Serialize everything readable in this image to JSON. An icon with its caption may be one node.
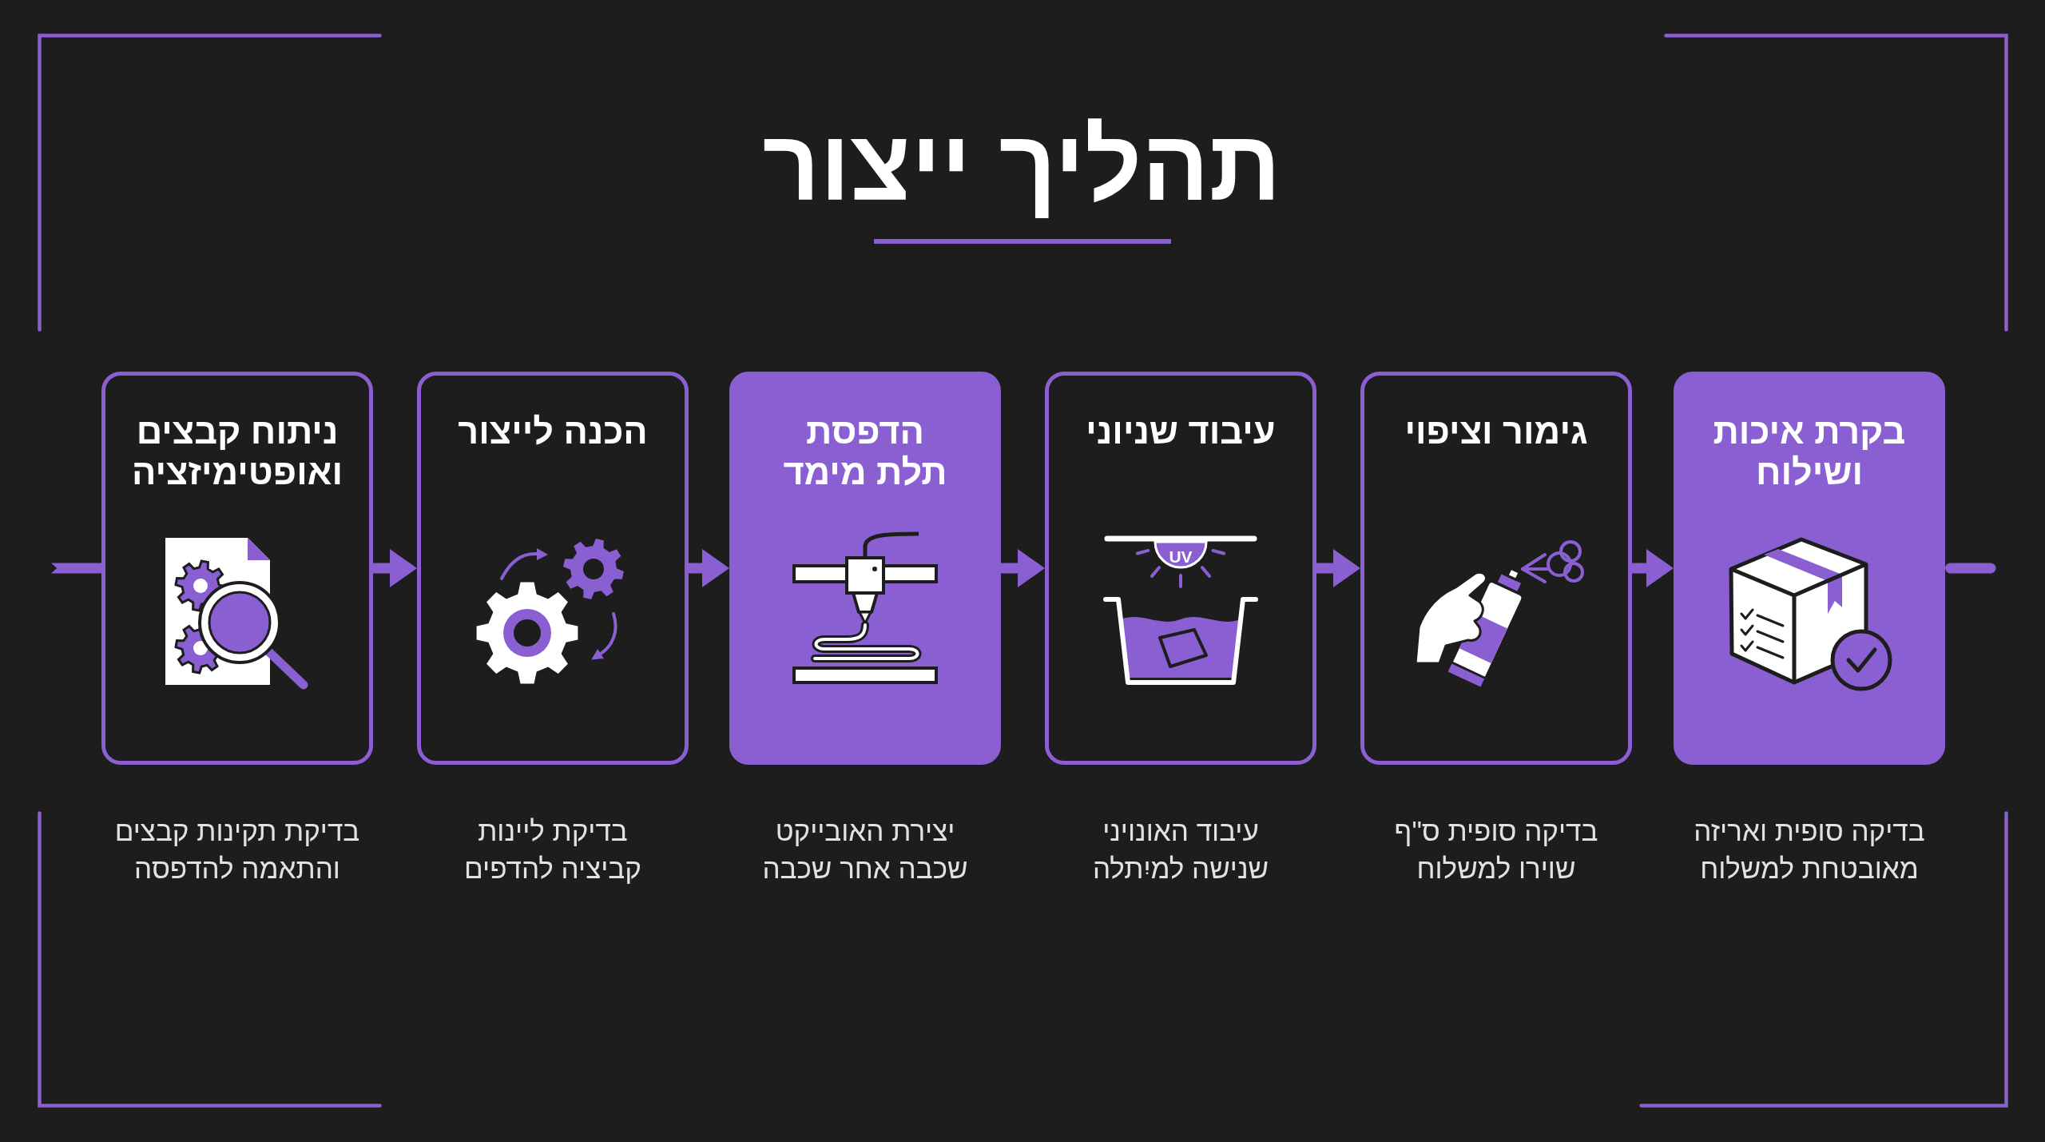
{
  "diagram": {
    "title": "תהליך ייצור",
    "nodes": [
      {
        "text": [
          "ניתוח קבצים ואופטימיזציה"
        ],
        "beside": [
          "בדיקת תקינות קבצים והתאמה להדפסה"
        ]
      },
      {
        "text": [
          "הכנה לייצור"
        ],
        "beside": [
          "בדיקת ליינות קביציה להדפים"
        ]
      },
      {
        "text": [
          "הדפסת תלת מימד"
        ],
        "beside": [
          "יצירת האובייקט שכבה אחר שכבה"
        ]
      },
      {
        "text": [
          "עיבוד שניוני"
        ],
        "beside": [
          "עיבוד האונויני שנישה למיִתלה"
        ]
      },
      {
        "text": [
          "גימור וציפוי"
        ],
        "beside": [
          "בדיקה סופית ס\"ף שוירו למשלוח"
        ]
      },
      {
        "text": [
          "בקרת איכות ושילוח"
        ],
        "beside": [
          "בדיקה סופית ואריזה מאובטחת למשלוח"
        ]
      }
    ],
    "edges": [
      {
        "from": null,
        "to": 0,
        "arrow": "other"
      },
      {
        "from": 0,
        "to": 1,
        "arrow": "to"
      },
      {
        "from": 1,
        "to": 2,
        "arrow": "to"
      },
      {
        "from": 2,
        "to": 3,
        "arrow": "to"
      },
      {
        "from": 3,
        "to": 4,
        "arrow": "to"
      },
      {
        "from": 4,
        "to": 5,
        "arrow": "to"
      },
      {
        "from": 5,
        "to": null,
        "arrow": "none"
      }
    ],
    "labels": [
      "UV"
    ]
  }
}
